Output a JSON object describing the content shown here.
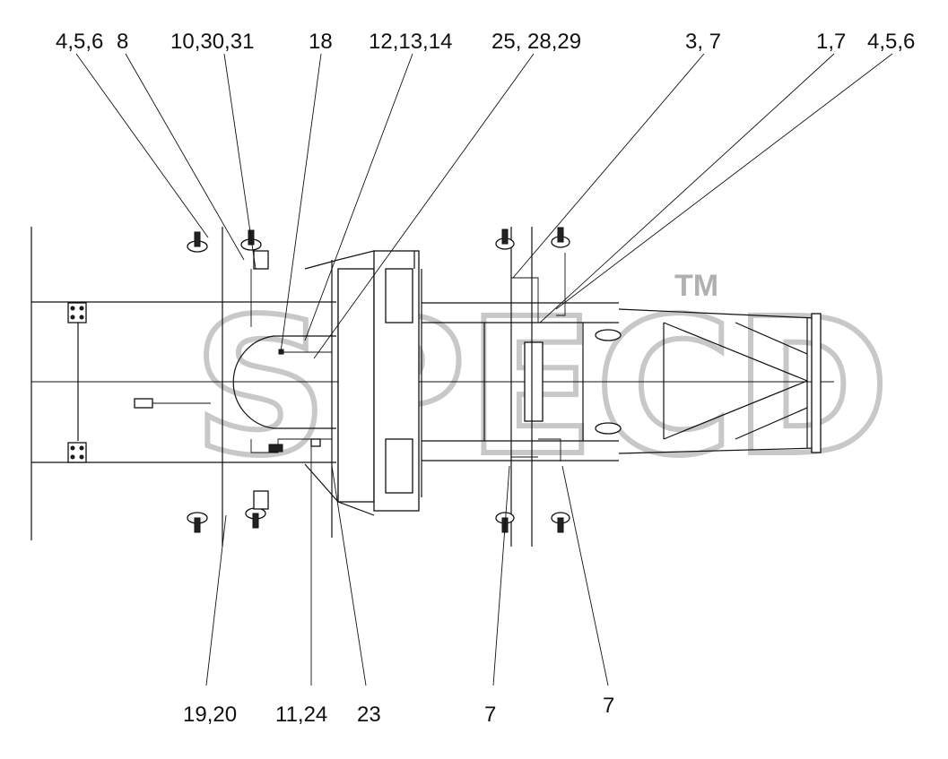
{
  "watermark": {
    "text": "SPECD",
    "trademark": "TM"
  },
  "callouts": {
    "top": [
      "4,5,6",
      "8",
      "10,30,31",
      "18",
      "12,13,14",
      "25, 28,29",
      "3, 7",
      "1,7",
      "4,5,6"
    ],
    "bottom": [
      "19,20",
      "11,24",
      "23",
      "7",
      "7"
    ]
  }
}
